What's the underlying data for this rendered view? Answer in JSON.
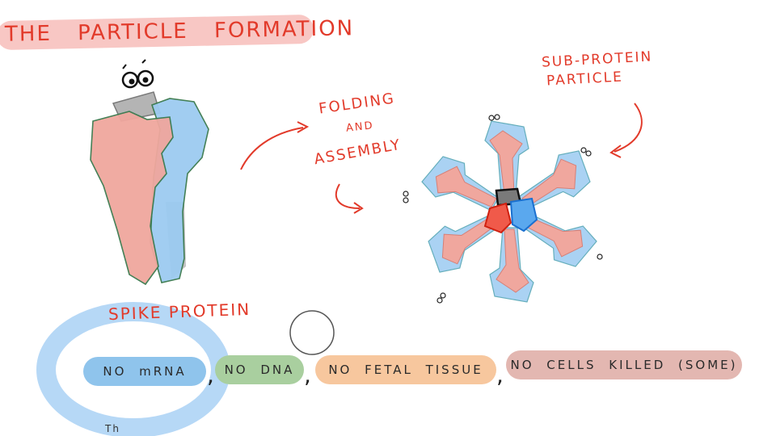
{
  "title": "THE PARTICLE FORMATION",
  "labels": {
    "sub_protein": "SUB-PROTEIN",
    "particle": "PARTICLE",
    "folding": "FOLDING",
    "and": "AND",
    "assembly": "ASSEMBLY",
    "spike_protein": "SPIKE PROTEIN",
    "scribble": "Th"
  },
  "pills": [
    {
      "text": "NO mRNA",
      "color": "#8fc4ec"
    },
    {
      "text": "NO DNA",
      "color": "#a9cf9f"
    },
    {
      "text": "NO FETAL TISSUE",
      "color": "#f7c79e"
    },
    {
      "text": "NO CELLS KILLED (SOME)",
      "color": "#e3b7b1"
    }
  ],
  "separators": [
    ",",
    ",",
    ","
  ],
  "colors": {
    "accent_red": "#e23a2a",
    "protein_pink": "#f0a79e",
    "protein_blue": "#9ccbf1",
    "protein_gray": "#b4b4b4",
    "circle_blue": "#a9d1f5"
  },
  "icons": [
    "eyes-icon",
    "curved-arrow-icon",
    "cursor-circle-icon"
  ]
}
